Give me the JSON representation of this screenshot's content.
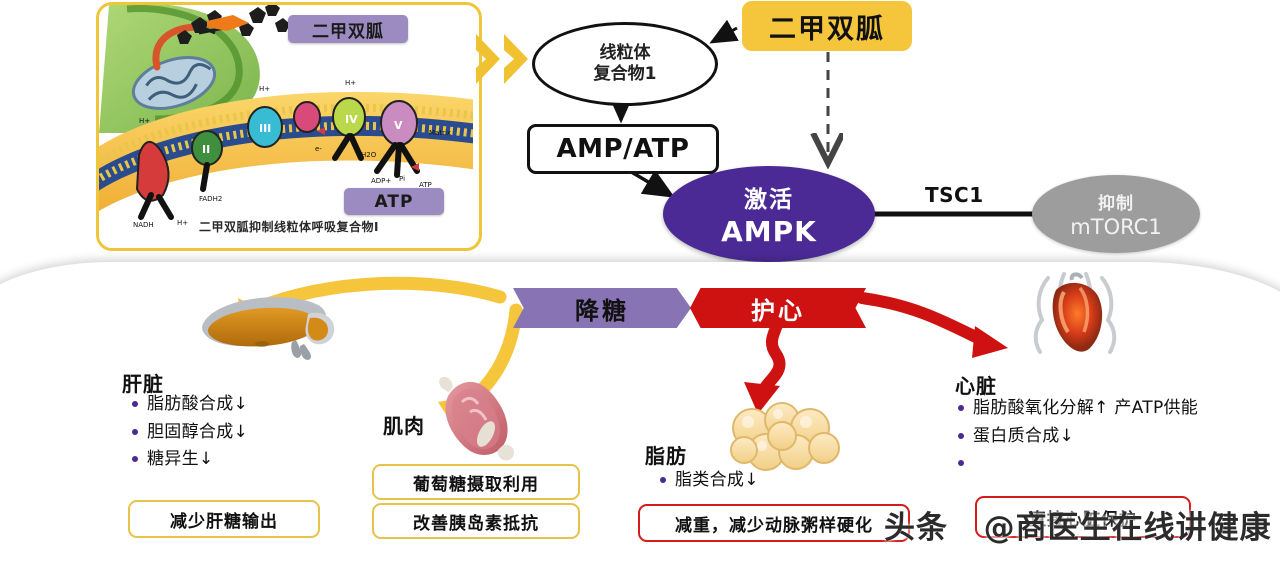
{
  "inset": {
    "tag_metformin": "二甲双胍",
    "tag_atp": "ATP",
    "caption": "二甲双胍抑制线粒体呼吸复合物I"
  },
  "flow": {
    "chevron_icon": "double-chevron-right-icon",
    "metformin_title": "二甲双胍",
    "mitochondria_line1": "线粒体",
    "mitochondria_line2": "复合物1",
    "amp_atp": "AMP/ATP",
    "ampk_line1": "激活",
    "ampk_line2": "AMPK",
    "tsc1_label": "TSC1",
    "mtorc1_line1": "抑制",
    "mtorc1_line2": "mTORC1"
  },
  "banners": {
    "glucose_lowering": "降糖",
    "cardioprotection": "护心"
  },
  "organs": {
    "liver": {
      "title": "肝脏",
      "bullets": [
        "脂肪酸合成↓",
        "胆固醇合成↓",
        "糖异生↓"
      ],
      "highlight": "减少肝糖输出"
    },
    "muscle": {
      "title": "肌肉",
      "bullets": [],
      "highlights": [
        "葡萄糖摄取利用",
        "改善胰岛素抵抗"
      ]
    },
    "fat": {
      "title": "脂肪",
      "bullets": [
        "脂类合成↓"
      ],
      "highlight": "减重，减少动脉粥样硬化"
    },
    "heart": {
      "title": "心脏",
      "bullets": [
        "脂肪酸氧化分解↑ 产ATP供能",
        "蛋白质合成↓"
      ],
      "highlight": "直接心脏保护"
    }
  },
  "watermark": {
    "source": "头条",
    "author": "@商医生在线讲健康"
  },
  "colors": {
    "metformin_gold": "#F5C63C",
    "ampk_purple": "#4B2A96",
    "mtorc1_gray": "#9D9D9D",
    "banner_purple": "#8874B4",
    "banner_red": "#CE1111",
    "gold_border": "#E9C24A",
    "red_border": "#D61B1B"
  }
}
